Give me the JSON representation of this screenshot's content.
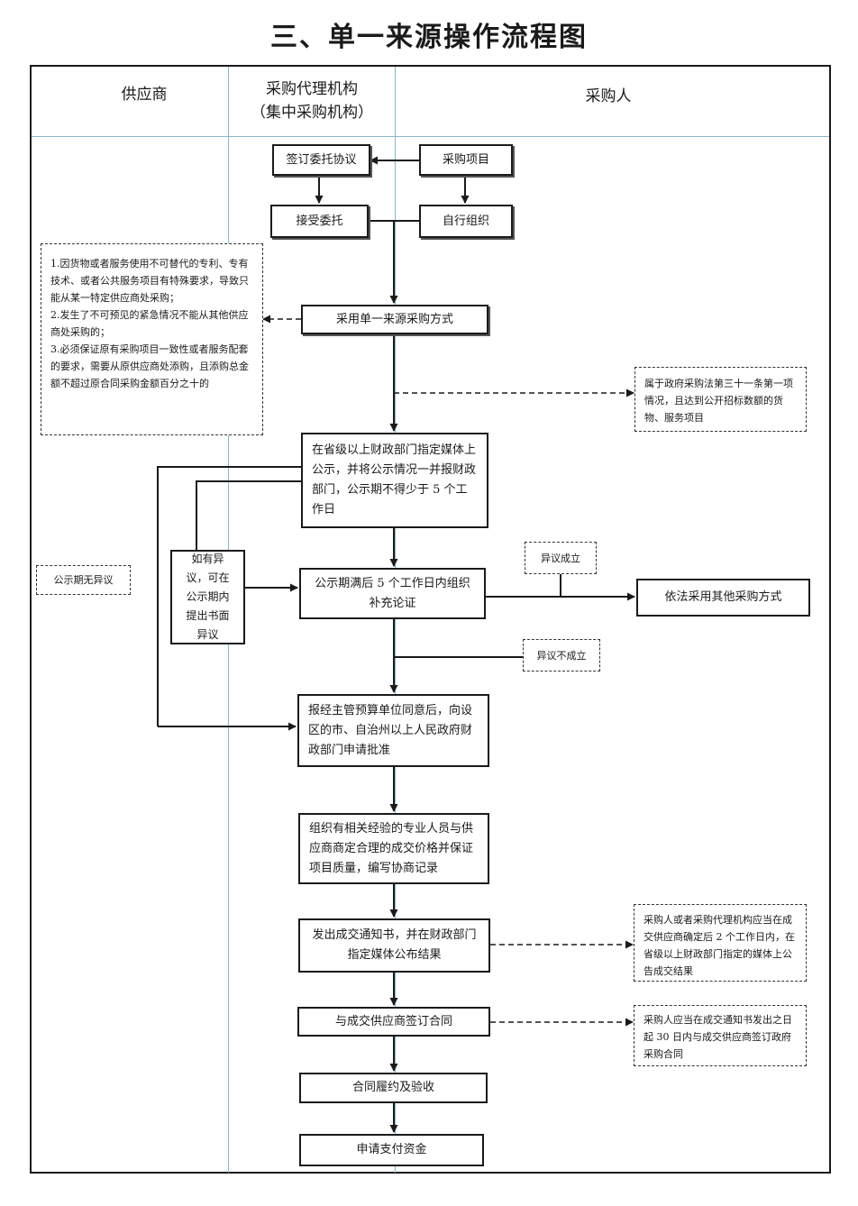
{
  "title": "三、单一来源操作流程图",
  "lanes": {
    "supplier": "供应商",
    "agency_line1": "采购代理机构",
    "agency_line2": "（集中采购机构）",
    "purchaser": "采购人"
  },
  "steps": {
    "sign": "签订委托协议",
    "project": "采购项目",
    "accept": "接受委托",
    "self_org": "自行组织",
    "adopt": "采用单一来源采购方式",
    "publicize": "在省级以上财政部门指定媒体上公示，并将公示情况一并报财政部门，公示期不得少于 5 个工作日",
    "objection": "如有异议，可在公示期内提出书面异议",
    "verify": "公示期满后 5 个工作日内组织补充论证",
    "other_method": "依法采用其他采购方式",
    "approve": "报经主管预算单位同意后，向设区的市、自治州以上人民政府财政部门申请批准",
    "negotiate": "组织有相关经验的专业人员与供应商商定合理的成交价格并保证项目质量，编写协商记录",
    "notify": "发出成交通知书，并在财政部门指定媒体公布结果",
    "contract": "与成交供应商签订合同",
    "perform": "合同履约及验收",
    "pay": "申请支付资金"
  },
  "notes": {
    "conditions": [
      "1.因货物或者服务使用不可替代的专利、专有技术、或者公共服务项目有特殊要求，导致只能从某一特定供应商处采购；",
      "2.发生了不可预见的紧急情况不能从其他供应商处采购的；",
      "3.必须保证原有采购项目一致性或者服务配套的要求，需要从原供应商处添购，且添购总金额不超过原合同采购金额百分之十的"
    ],
    "article31": "属于政府采购法第三十一条第一项情况，且达到公开招标数额的货物、服务项目",
    "no_objection": "公示期无异议",
    "objection_valid": "异议成立",
    "objection_invalid": "异议不成立",
    "announce": "采购人或者采购代理机构应当在成交供应商确定后 2 个工作日内，在省级以上财政部门指定的媒体上公告成交结果",
    "contract_deadline": "采购人应当在成交通知书发出之日起 30 日内与成交供应商签订政府采购合同"
  }
}
